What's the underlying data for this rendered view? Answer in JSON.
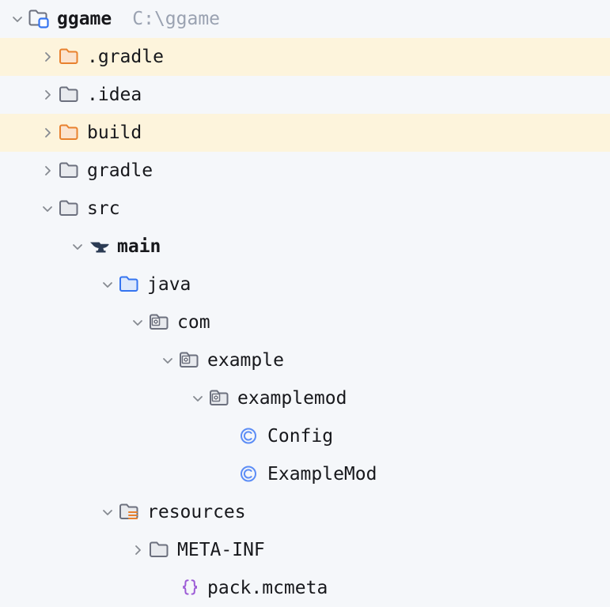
{
  "window": {
    "title": "Project Tool Window",
    "theme": "IntelliJ Light",
    "background_color": "#F5F7FA",
    "excluded_row_color": "#FDF4DC",
    "text_color": "#17181C",
    "muted_text_color": "#9AA2B1"
  },
  "colors": {
    "folder_gray_stroke": "#6C707E",
    "folder_gray_fill": "#E8EAEE",
    "folder_orange_stroke": "#E8812E",
    "folder_orange_fill": "#FBE3CE",
    "folder_blue_stroke": "#3574F0",
    "folder_blue_fill": "#DCE8FC",
    "class_blue": "#5C8DF6",
    "json_purple": "#9C5BD6",
    "resource_orange": "#E8812E",
    "anvil_navy": "#2B3B54",
    "chevron_gray": "#868A91"
  },
  "tree": {
    "root": {
      "label": "ggame",
      "path": "C:\\ggame",
      "icon": "module-folder-icon",
      "expanded": true,
      "bold": true
    },
    "nodes": [
      {
        "label": ".gradle",
        "depth": 1,
        "icon": "folder-excluded-icon",
        "state": "collapsed",
        "excluded": true,
        "bold": false
      },
      {
        "label": ".idea",
        "depth": 1,
        "icon": "folder-icon",
        "state": "collapsed",
        "excluded": false,
        "bold": false
      },
      {
        "label": "build",
        "depth": 1,
        "icon": "folder-excluded-icon",
        "state": "collapsed",
        "excluded": true,
        "bold": false
      },
      {
        "label": "gradle",
        "depth": 1,
        "icon": "folder-icon",
        "state": "collapsed",
        "excluded": false,
        "bold": false
      },
      {
        "label": "src",
        "depth": 1,
        "icon": "folder-icon",
        "state": "expanded",
        "excluded": false,
        "bold": false
      },
      {
        "label": "main",
        "depth": 2,
        "icon": "anvil-icon",
        "state": "expanded",
        "excluded": false,
        "bold": true
      },
      {
        "label": "java",
        "depth": 3,
        "icon": "source-root-folder-icon",
        "state": "expanded",
        "excluded": false,
        "bold": false
      },
      {
        "label": "com",
        "depth": 4,
        "icon": "package-folder-icon",
        "state": "expanded",
        "excluded": false,
        "bold": false
      },
      {
        "label": "example",
        "depth": 5,
        "icon": "package-folder-icon",
        "state": "expanded",
        "excluded": false,
        "bold": false
      },
      {
        "label": "examplemod",
        "depth": 6,
        "icon": "package-folder-icon",
        "state": "expanded",
        "excluded": false,
        "bold": false
      },
      {
        "label": "Config",
        "depth": 7,
        "icon": "java-class-icon",
        "state": "leaf",
        "excluded": false,
        "bold": false
      },
      {
        "label": "ExampleMod",
        "depth": 7,
        "icon": "java-class-icon",
        "state": "leaf",
        "excluded": false,
        "bold": false
      },
      {
        "label": "resources",
        "depth": 3,
        "icon": "resource-root-folder-icon",
        "state": "expanded",
        "excluded": false,
        "bold": false
      },
      {
        "label": "META-INF",
        "depth": 4,
        "icon": "folder-icon",
        "state": "collapsed",
        "excluded": false,
        "bold": false
      },
      {
        "label": "pack.mcmeta",
        "depth": 5,
        "icon": "json-file-icon",
        "state": "leaf",
        "excluded": false,
        "bold": false
      }
    ]
  }
}
